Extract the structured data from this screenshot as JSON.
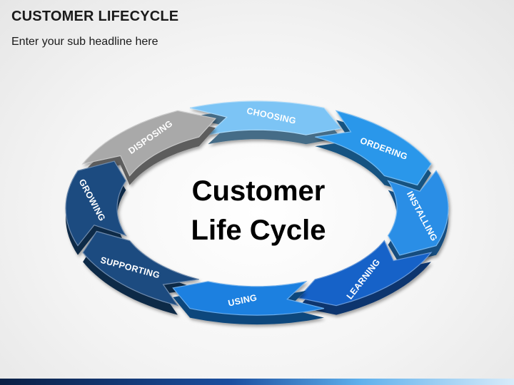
{
  "slide": {
    "title": "CUSTOMER LIFECYCLE",
    "subtitle": "Enter your sub headline here"
  },
  "diagram": {
    "center_line1": "Customer",
    "center_line2": "Life Cycle",
    "segments": [
      {
        "label": "CHOOSING",
        "color": "#7cc4f5"
      },
      {
        "label": "ORDERING",
        "color": "#2b97ea"
      },
      {
        "label": "INSTALLING",
        "color": "#2a8ee6"
      },
      {
        "label": "LEARNING",
        "color": "#1562c8"
      },
      {
        "label": "USING",
        "color": "#1a80e0"
      },
      {
        "label": "SUPPORTING",
        "color": "#1e4b80"
      },
      {
        "label": "GROWING",
        "color": "#1e4b80"
      },
      {
        "label": "DISPOSING",
        "color": "#a9a9a9"
      }
    ]
  }
}
